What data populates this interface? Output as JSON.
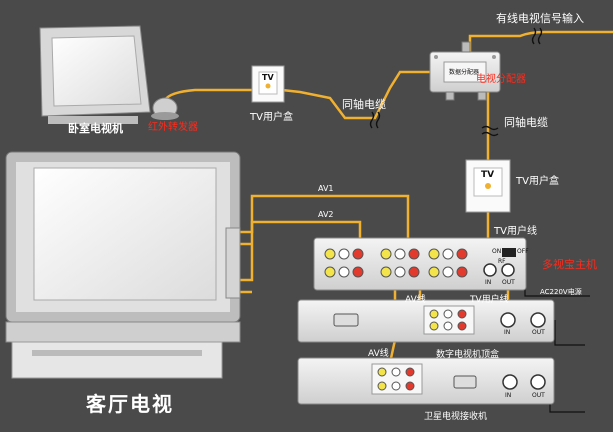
{
  "labels": {
    "cable_signal_input": "有线电视信号输入",
    "splitter_label": "电视分配器",
    "splitter_plate": "数据分配器",
    "coax_1": "同轴电缆",
    "coax_2": "同轴电缆",
    "tv_outlet_1_caption": "TV用户盒",
    "tv_outlet_2_caption": "TV用户盒",
    "tv_outlet_plate": "TV",
    "bedroom_tv": "卧室电视机",
    "ir_receiver": "红外转发器",
    "tv_user_line_1": "TV用户线",
    "tv_user_line_2": "TV用户线",
    "av1": "AV1",
    "av2": "AV2",
    "av_line_1": "AV线",
    "av_line_2": "AV线",
    "multi_room_host": "多视宝主机",
    "power_note": "AC220V电源",
    "digital_stb": "数字电视机顶盒",
    "satellite_receiver": "卫星电视接收机",
    "living_room_tv": "客厅电视",
    "port_in": "IN",
    "port_out": "OUT",
    "port_rf": "RF",
    "switch_on": "ON",
    "switch_off": "OFF"
  },
  "colors": {
    "background": "#4a4a4a",
    "cable": "#f0b030",
    "highlight_text": "#ff2a1a",
    "device_body": "#e8e8e8"
  }
}
